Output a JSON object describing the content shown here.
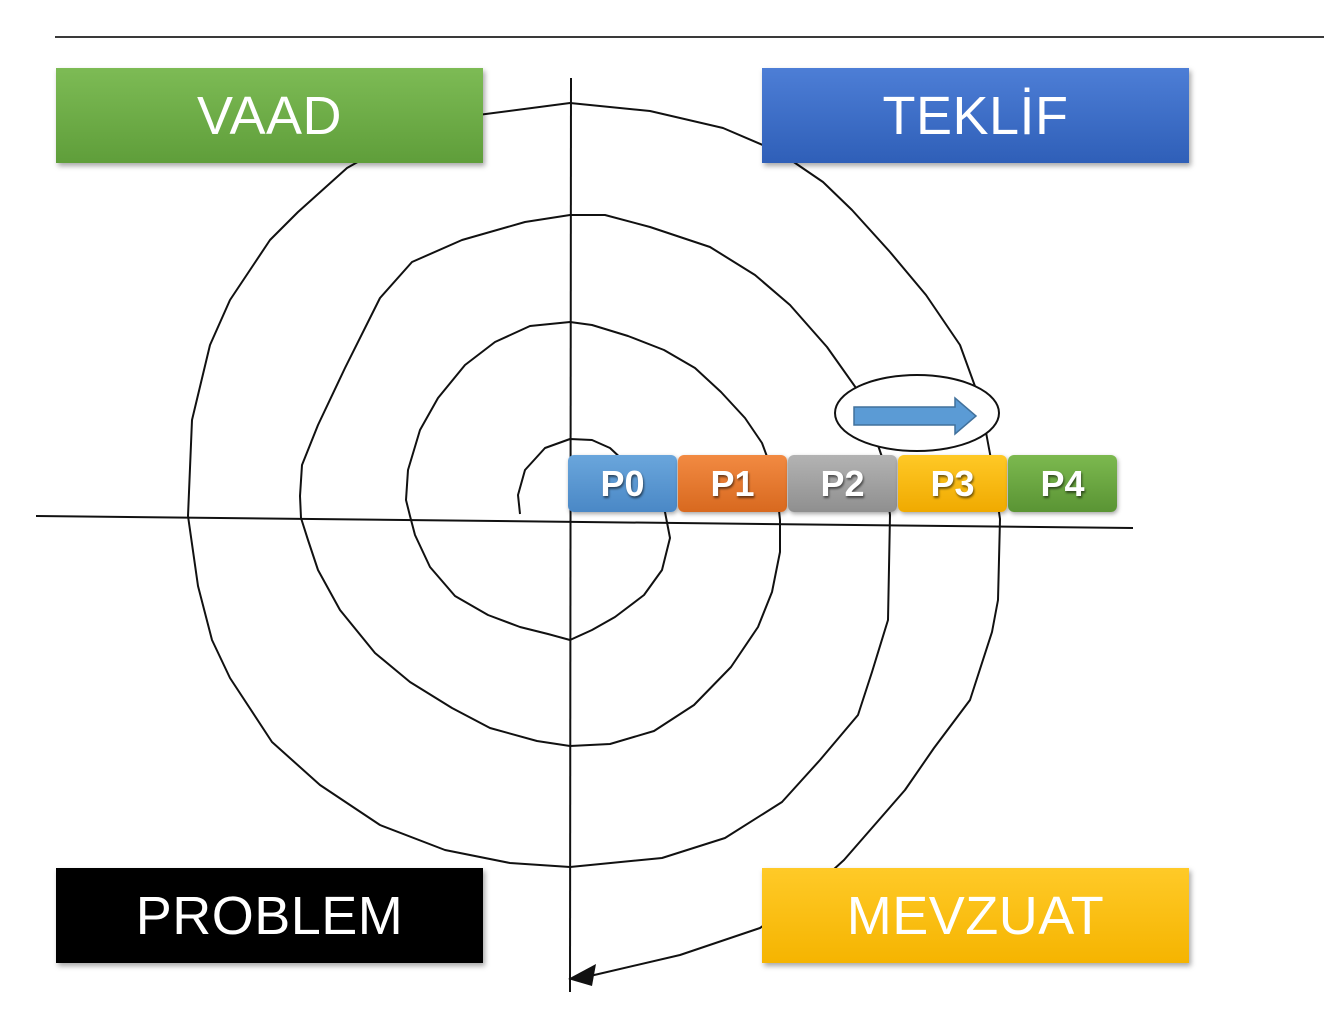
{
  "quadrants": {
    "top_left": {
      "label": "VAAD",
      "color": "#70ad47"
    },
    "top_right": {
      "label": "TEKLİF",
      "color": "#4472c4"
    },
    "bottom_left": {
      "label": "PROBLEM",
      "color": "#000000"
    },
    "bottom_right": {
      "label": "MEVZUAT",
      "color": "#ffc000"
    }
  },
  "phases": [
    {
      "label": "P0",
      "color": "#5b9bd5"
    },
    {
      "label": "P1",
      "color": "#ed7d31"
    },
    {
      "label": "P2",
      "color": "#a5a5a5"
    },
    {
      "label": "P3",
      "color": "#ffc000"
    },
    {
      "label": "P4",
      "color": "#70ad47"
    }
  ],
  "direction_arrow": {
    "icon": "right-arrow-icon",
    "color": "#5b9bd5"
  }
}
